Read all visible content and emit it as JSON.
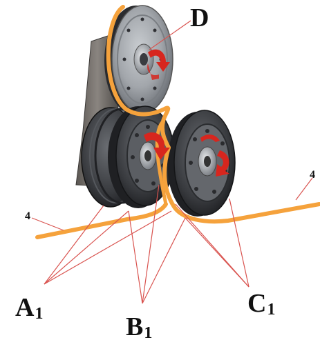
{
  "labels": {
    "d": "D",
    "four_left": "4",
    "four_right": "4",
    "a": "A",
    "a_sub": "1",
    "b": "B",
    "b_sub": "1",
    "c": "C",
    "c_sub": "1"
  },
  "colors": {
    "belt": "#f5a23c",
    "leader": "#d9534f",
    "arrow": "#d7261e",
    "wheel_face": "#9a9ea3",
    "wheel_dark": "#2e3034",
    "bracket": "#6e6a66"
  }
}
